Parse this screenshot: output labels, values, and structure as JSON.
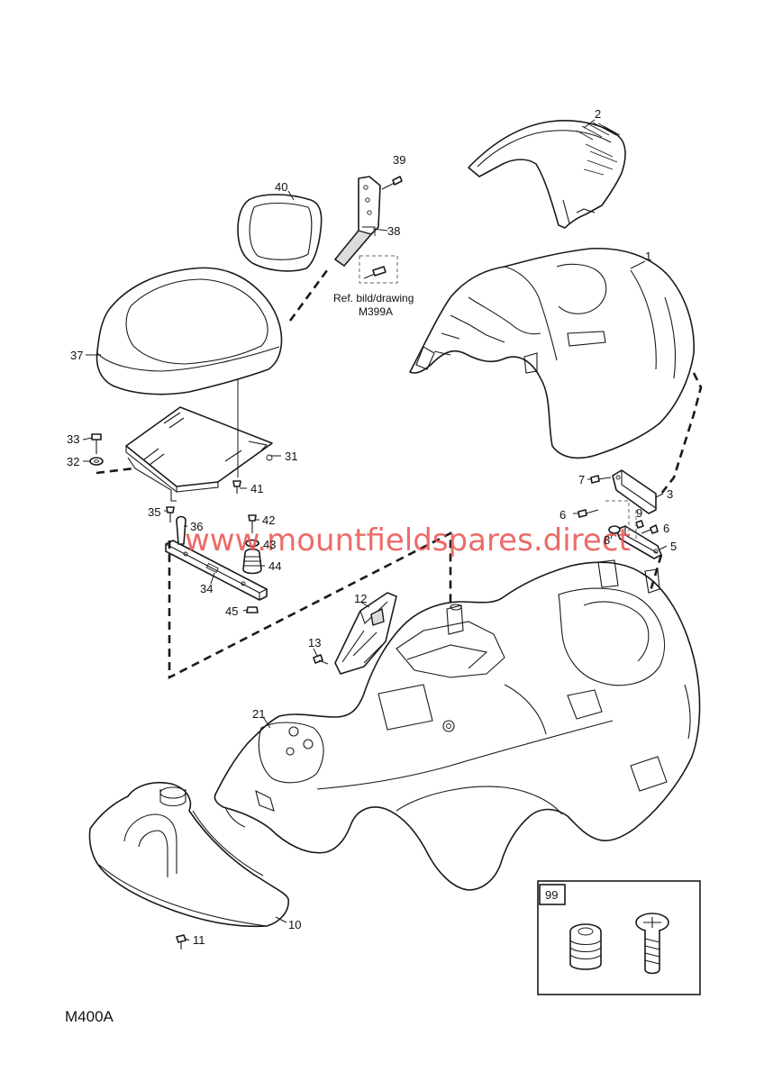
{
  "diagram": {
    "drawing_code": "M400A",
    "watermark": "www.mountfieldspares.direct",
    "reference_note": {
      "line1": "Ref. bild/drawing",
      "line2": "M399A"
    },
    "inset_label": "99",
    "callouts": {
      "c1": "1",
      "c2": "2",
      "c3": "3",
      "c5": "5",
      "c6a": "6",
      "c6b": "6",
      "c7": "7",
      "c8": "8",
      "c9": "9",
      "c10": "10",
      "c11": "11",
      "c12": "12",
      "c13": "13",
      "c21": "21",
      "c31": "31",
      "c32": "32",
      "c33": "33",
      "c34": "34",
      "c35": "35",
      "c36": "36",
      "c37": "37",
      "c38": "38",
      "c39": "39",
      "c40": "40",
      "c41": "41",
      "c42": "42",
      "c43": "43",
      "c44": "44",
      "c45": "45"
    }
  }
}
